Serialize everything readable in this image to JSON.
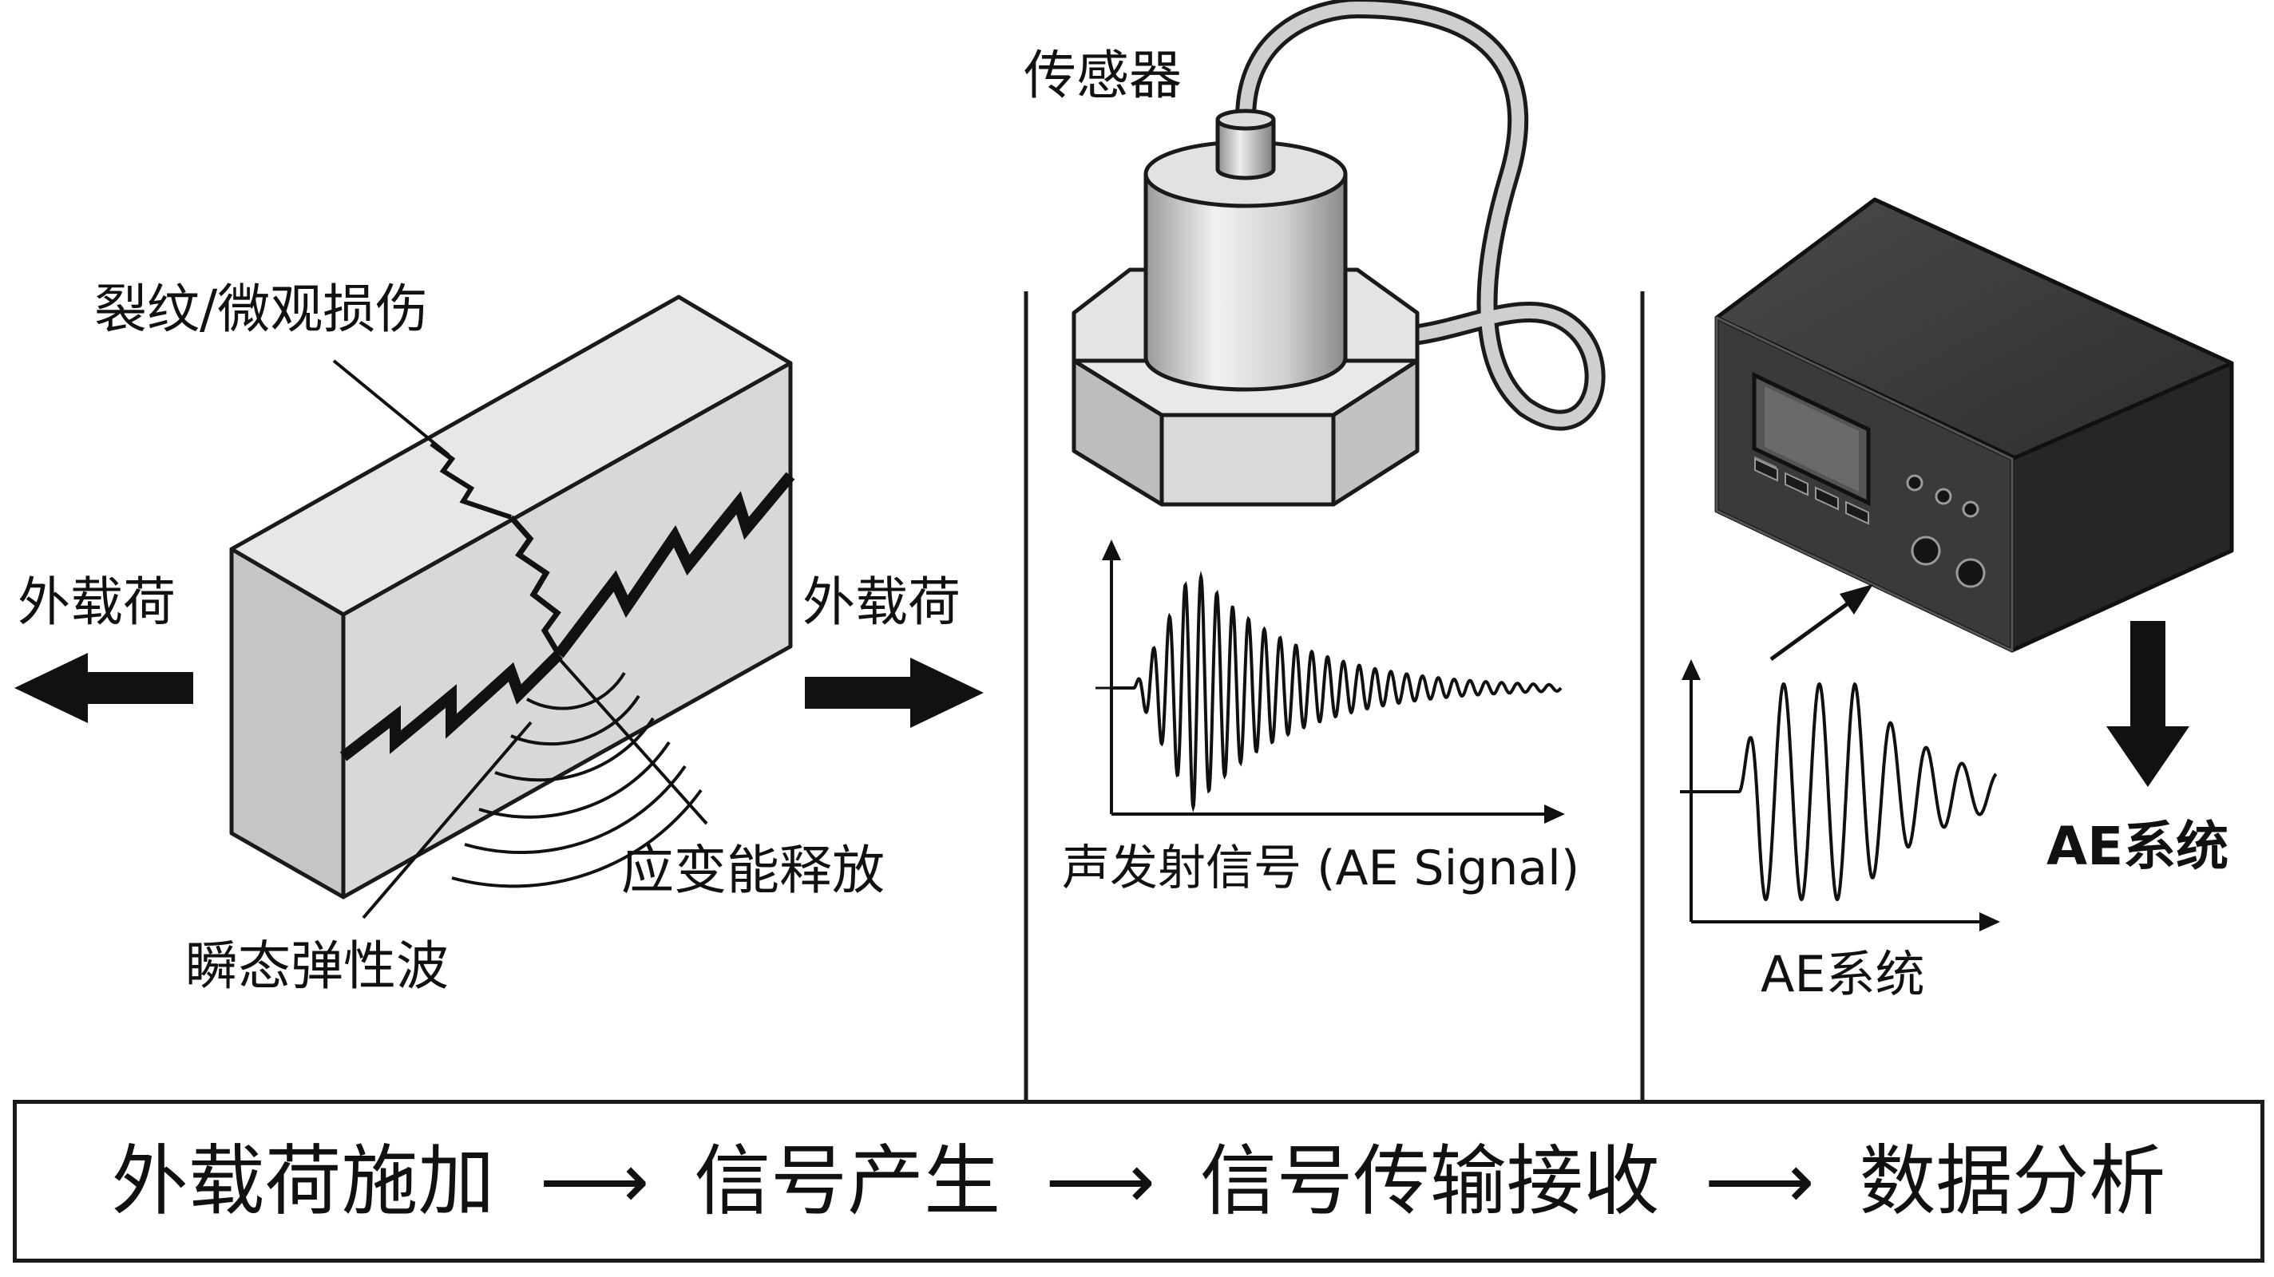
{
  "panel1": {
    "crack_label": "裂纹/微观损伤",
    "load_left_label": "外载荷",
    "load_right_label": "外载荷",
    "energy_label": "应变能释放",
    "wave_label": "瞬态弹性波"
  },
  "panel2": {
    "sensor_label": "传感器",
    "signal_label": "声发射信号 (AE Signal)"
  },
  "panel3": {
    "waveform_label": "AE系统",
    "system_label": "AE系统"
  },
  "flow": {
    "steps": [
      "外载荷施加",
      "信号产生",
      "信号传输接收",
      "数据分析"
    ],
    "arrow": "⟶"
  }
}
